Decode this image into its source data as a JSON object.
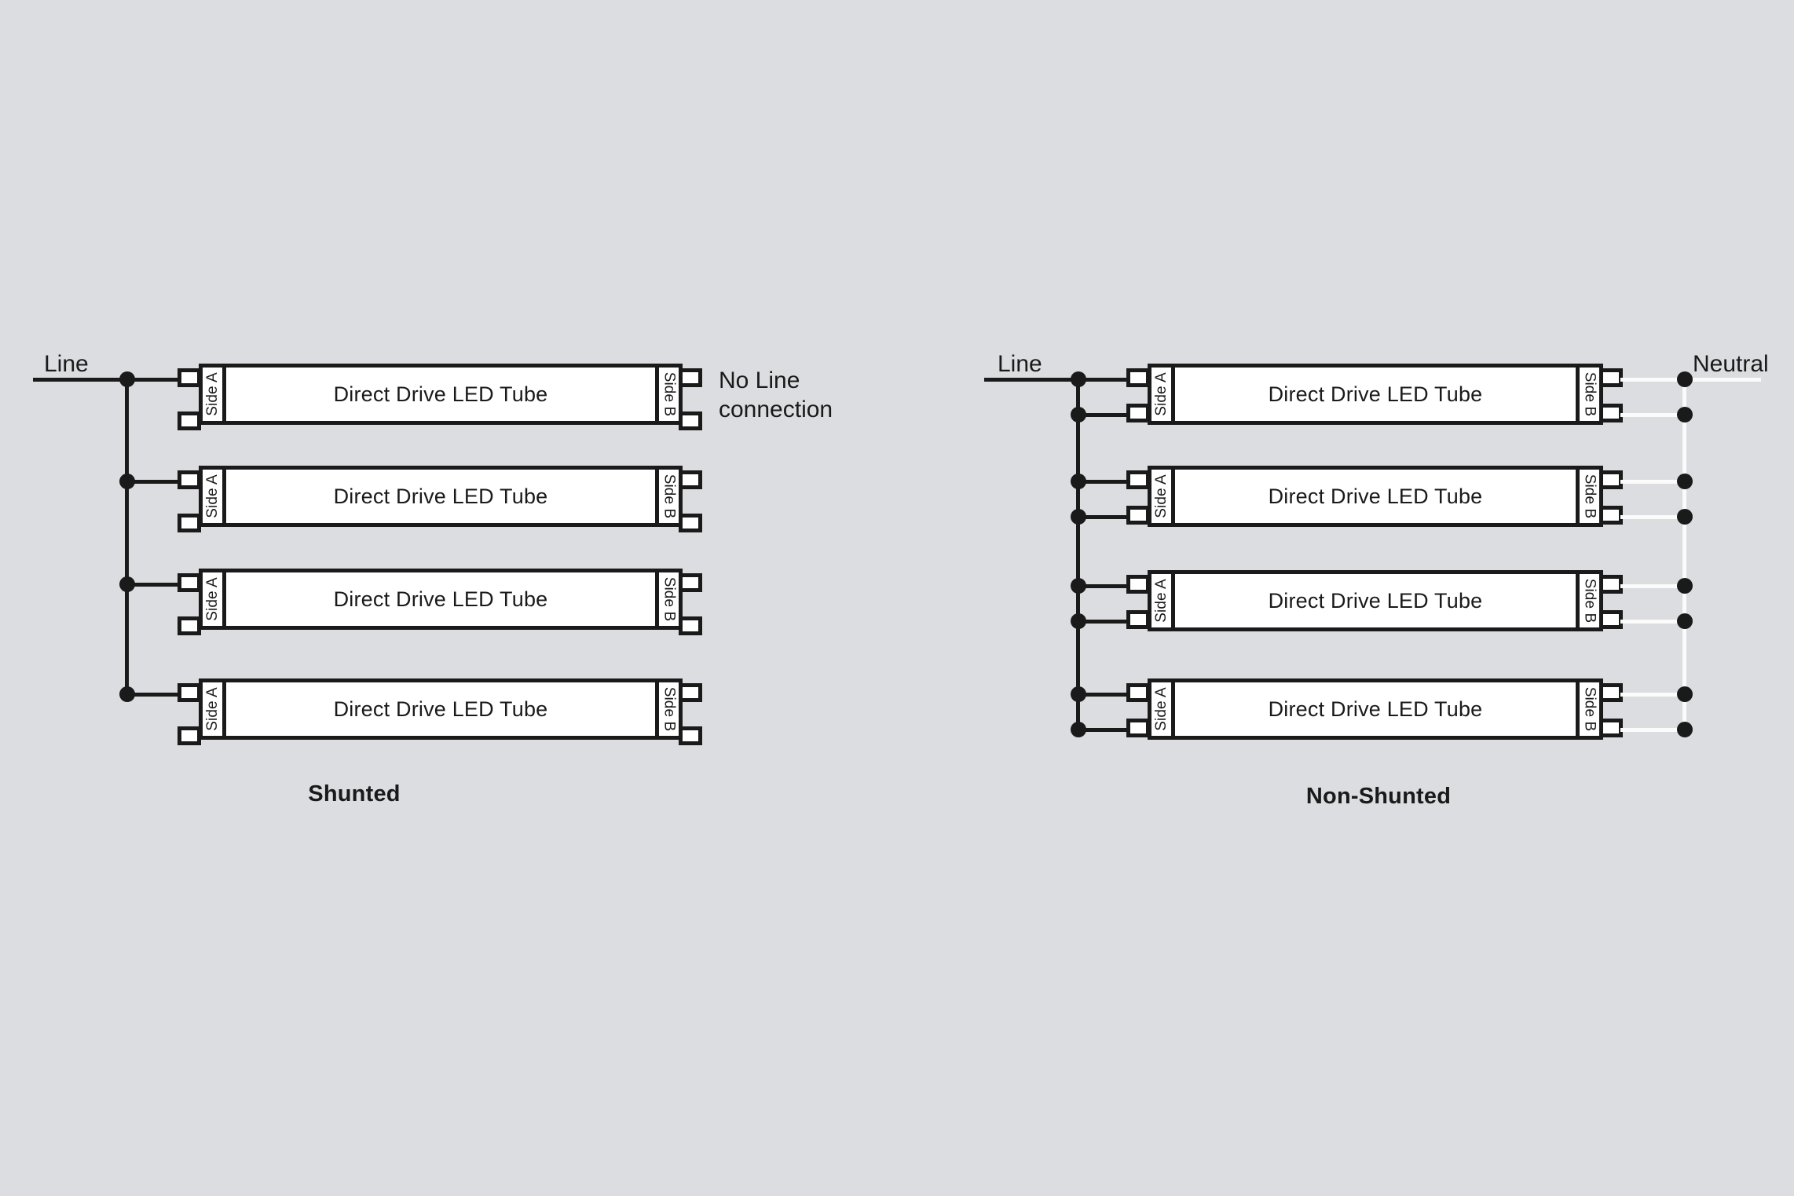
{
  "diagram": {
    "background_color": "#dcdde0",
    "ink_color": "#1a1a1a",
    "neutral_wire_color": "#fbfbfb",
    "tube_label": "Direct Drive LED Tube",
    "side_a_label": "Side A",
    "side_b_label": "Side B"
  },
  "panels": [
    {
      "id": "shunted",
      "caption": "Shunted",
      "left_terminal_label": "Line",
      "right_note_line1": "No Line",
      "right_note_line2": "connection",
      "tube_count": 4,
      "left_connections_per_tube": 1,
      "right_connections_per_tube": 0,
      "tubes": [
        {
          "label": "Direct Drive LED Tube",
          "side_a": "Side A",
          "side_b": "Side B"
        },
        {
          "label": "Direct Drive LED Tube",
          "side_a": "Side A",
          "side_b": "Side B"
        },
        {
          "label": "Direct Drive LED Tube",
          "side_a": "Side A",
          "side_b": "Side B"
        },
        {
          "label": "Direct Drive LED Tube",
          "side_a": "Side A",
          "side_b": "Side B"
        }
      ]
    },
    {
      "id": "non-shunted",
      "caption": "Non-Shunted",
      "left_terminal_label": "Line",
      "right_terminal_label": "Neutral",
      "tube_count": 4,
      "left_connections_per_tube": 2,
      "right_connections_per_tube": 2,
      "tubes": [
        {
          "label": "Direct Drive LED Tube",
          "side_a": "Side A",
          "side_b": "Side B"
        },
        {
          "label": "Direct Drive LED Tube",
          "side_a": "Side A",
          "side_b": "Side B"
        },
        {
          "label": "Direct Drive LED Tube",
          "side_a": "Side A",
          "side_b": "Side B"
        },
        {
          "label": "Direct Drive LED Tube",
          "side_a": "Side A",
          "side_b": "Side B"
        }
      ]
    }
  ]
}
